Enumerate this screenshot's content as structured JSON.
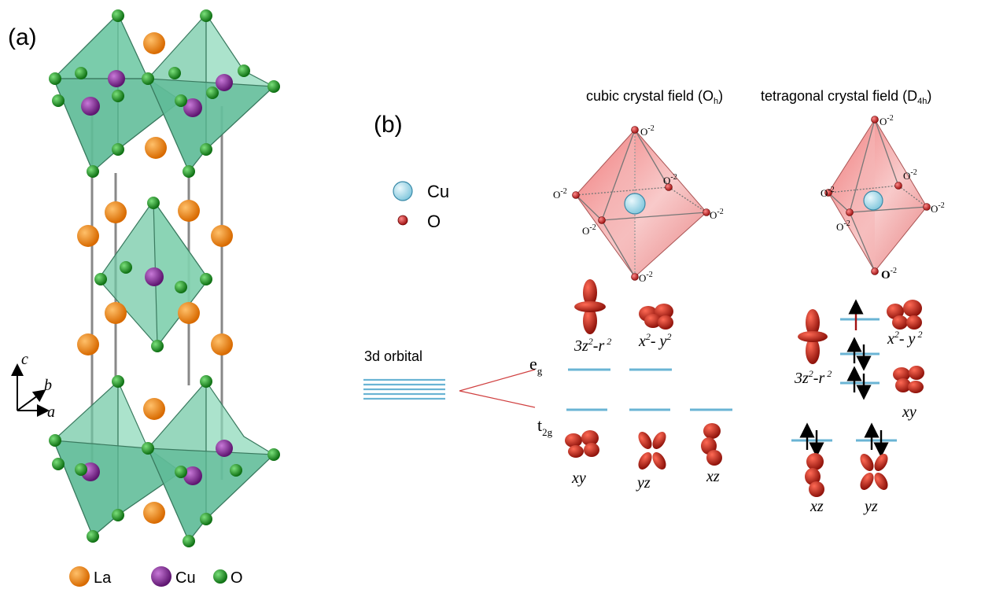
{
  "panel_a": {
    "label": "(a)",
    "axes": {
      "c": "c",
      "b": "b",
      "a": "a"
    },
    "legend": [
      {
        "name": "La",
        "color": "#f0820f"
      },
      {
        "name": "Cu",
        "color": "#8a2a9e"
      },
      {
        "name": "O",
        "color": "#159a1b"
      }
    ]
  },
  "panel_b": {
    "label": "(b)",
    "legend": [
      {
        "name": "Cu",
        "color": "#b9e3f0"
      },
      {
        "name": "O",
        "color": "#e03030"
      }
    ],
    "cubic": {
      "title_main": "cubic crystal field (O",
      "title_sub": "h",
      "title_end": ")",
      "oxygen_label": "O",
      "oxygen_sup": "-2"
    },
    "tetragonal": {
      "title_main": "tetragonal crystal field (D",
      "title_sub": "4h",
      "title_end": ")",
      "oxygen_label": "O",
      "oxygen_sup": "-2",
      "bottom_label": "O",
      "bottom_sup": "-2"
    },
    "orbital_label": "3d orbital",
    "eg": {
      "main": "e",
      "sub": "g"
    },
    "t2g": {
      "main": "t",
      "sub": "2g"
    },
    "cubic_orbitals": [
      {
        "name": "3z",
        "sup1": "2",
        "mid": "-r",
        "sup2": " 2"
      },
      {
        "name": "x",
        "sup1": "2",
        "mid": "- y",
        "sup2": "2"
      },
      {
        "name": "xy"
      },
      {
        "name": "yz"
      },
      {
        "name": "xz"
      }
    ],
    "tetragonal_orbitals": {
      "x2y2": {
        "a": "x",
        "s1": "2",
        "b": "- y",
        "s2": " 2"
      },
      "z2": {
        "a": "3z",
        "s1": "2",
        "b": "-r",
        "s2": " 2"
      },
      "xy": "xy",
      "xz": "xz",
      "yz": "yz"
    },
    "colors": {
      "level": "#6ab4d4",
      "lobe": "#d02a1e",
      "octa": "#f4a6a6",
      "split": "#d04040",
      "arrow_up": "#a01010"
    }
  }
}
